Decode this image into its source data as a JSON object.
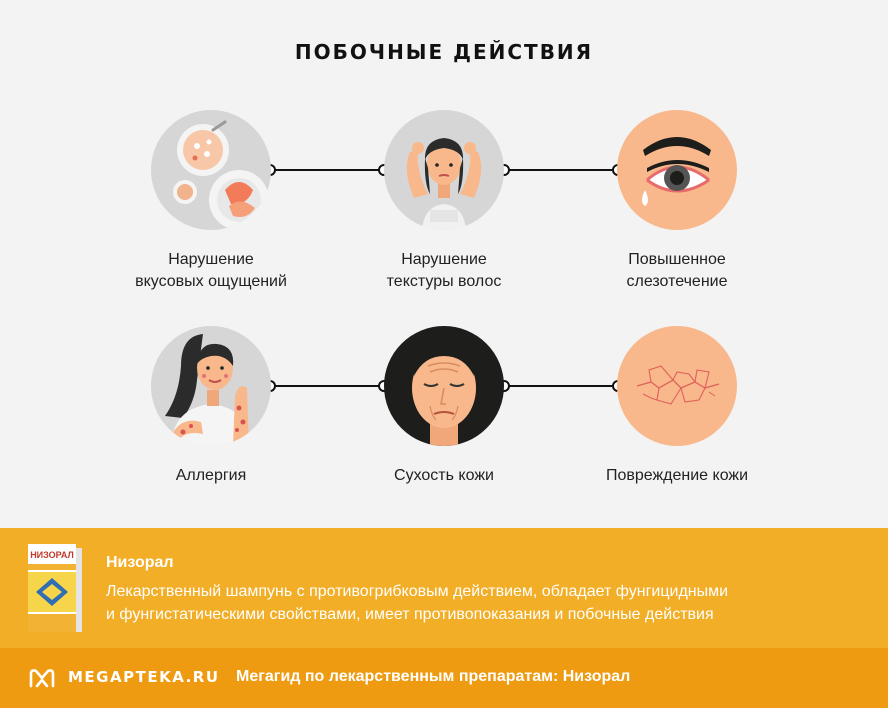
{
  "page": {
    "title": "ПОБОЧНЫЕ ДЕЙСТВИЯ"
  },
  "effects": [
    {
      "label_line1": "Нарушение",
      "label_line2": "вкусовых ощущений",
      "icon": "food-plates-icon"
    },
    {
      "label_line1": "Нарушение",
      "label_line2": "текстуры волос",
      "icon": "woman-hair-icon"
    },
    {
      "label_line1": "Повышенное",
      "label_line2": "слезотечение",
      "icon": "teary-eye-icon"
    },
    {
      "label_line1": "Аллергия",
      "label_line2": "",
      "icon": "allergy-woman-icon"
    },
    {
      "label_line1": "Сухость кожи",
      "label_line2": "",
      "icon": "wrinkled-face-icon"
    },
    {
      "label_line1": "Повреждение кожи",
      "label_line2": "",
      "icon": "cracked-skin-icon"
    }
  ],
  "promo": {
    "name": "Низорал",
    "description_line1": "Лекарственный шампунь с противогрибковым действием, обладает фунгицидными",
    "description_line2": "и фунгистатическими свойствами, имеет противопоказания и побочные действия",
    "package_text": "НИЗОРАЛ"
  },
  "footer": {
    "logo_text": "MEGAPTEKA.RU",
    "caption": "Мегагид по лекарственным препаратам: Низорал"
  },
  "colors": {
    "background": "#f3f3f3",
    "promo": "#f2ae26",
    "footer": "#ef9b11",
    "circle_grey": "#d6d6d6",
    "circle_skin": "#f8b88b",
    "circle_dark": "#1d1d1b"
  }
}
